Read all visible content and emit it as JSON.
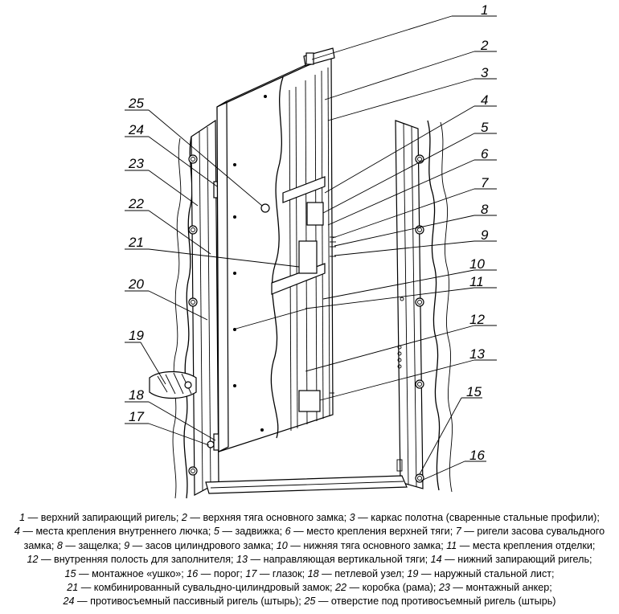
{
  "callouts": [
    {
      "n": "1",
      "text": "верхний запирающий ригель"
    },
    {
      "n": "2",
      "text": "верхняя тяга основного замка"
    },
    {
      "n": "3",
      "text": "каркас полотна (сваренные стальные профили)"
    },
    {
      "n": "4",
      "text": "места крепления внутреннего лючка"
    },
    {
      "n": "5",
      "text": "задвижка"
    },
    {
      "n": "6",
      "text": "место крепления верхней тяги"
    },
    {
      "n": "7",
      "text": "ригели засова сувальдного замка"
    },
    {
      "n": "8",
      "text": "защелка"
    },
    {
      "n": "9",
      "text": "засов цилиндрового замка"
    },
    {
      "n": "10",
      "text": "нижняя тяга основного замка"
    },
    {
      "n": "11",
      "text": "места крепления отделки"
    },
    {
      "n": "12",
      "text": "внутренняя полость для заполнителя"
    },
    {
      "n": "13",
      "text": "направляющая вертикальной тяги"
    },
    {
      "n": "14",
      "text": "нижний запирающий ригель"
    },
    {
      "n": "15",
      "text": "монтажное «ушко»"
    },
    {
      "n": "16",
      "text": "порог"
    },
    {
      "n": "17",
      "text": "глазок"
    },
    {
      "n": "18",
      "text": "петлевой узел"
    },
    {
      "n": "19",
      "text": "наружный стальной лист"
    },
    {
      "n": "21",
      "text": "комбинированный сувальдно-цилиндровый замок"
    },
    {
      "n": "22",
      "text": "коробка (рама)"
    },
    {
      "n": "23",
      "text": "монтажный анкер"
    },
    {
      "n": "24",
      "text": "противосъемный пассивный ригель (штырь)"
    },
    {
      "n": "25",
      "text": "отверстие под противосъемный ригель (штырь)"
    }
  ],
  "extra_labels": {
    "n20": "20"
  },
  "legend_lines": [
    [
      [
        "1",
        "верхний запирающий ригель",
        ";"
      ],
      [
        "2",
        "верхняя тяга основного замка",
        ";"
      ],
      [
        "3",
        "каркас полотна (сваренные стальные профили)",
        ";"
      ]
    ],
    [
      [
        "4",
        "места крепления внутреннего лючка",
        ";"
      ],
      [
        "5",
        "задвижка",
        ";"
      ],
      [
        "6",
        "место крепления верхней тяги",
        ";"
      ],
      [
        "7",
        "ригели засова сувальдного",
        ""
      ]
    ],
    [
      [
        "",
        "замка",
        ";"
      ],
      [
        "8",
        "защелка",
        ";"
      ],
      [
        "9",
        "засов цилиндрового замка",
        ";"
      ],
      [
        "10",
        "нижняя тяга основного замка",
        ";"
      ],
      [
        "11",
        "места крепления отделки",
        ";"
      ]
    ],
    [
      [
        "12",
        "внутренняя полость для заполнителя",
        ";"
      ],
      [
        "13",
        "направляющая вертикальной тяги",
        ";"
      ],
      [
        "14",
        "нижний запирающий ригель",
        ";"
      ]
    ],
    [
      [
        "15",
        "монтажное «ушко»",
        ";"
      ],
      [
        "16",
        "порог",
        ";"
      ],
      [
        "17",
        "глазок",
        ";"
      ],
      [
        "18",
        "петлевой узел",
        ";"
      ],
      [
        "19",
        "наружный стальной лист",
        ";"
      ]
    ],
    [
      [
        "21",
        "комбинированный сувальдно-цилиндровый замок",
        ";"
      ],
      [
        "22",
        "коробка (рама)",
        ";"
      ],
      [
        "23",
        "монтажный анкер",
        ";"
      ]
    ],
    [
      [
        "24",
        "противосъемный пассивный ригель (штырь)",
        ";"
      ],
      [
        "25",
        "отверстие под противосъемный ригель (штырь)",
        ""
      ]
    ]
  ]
}
